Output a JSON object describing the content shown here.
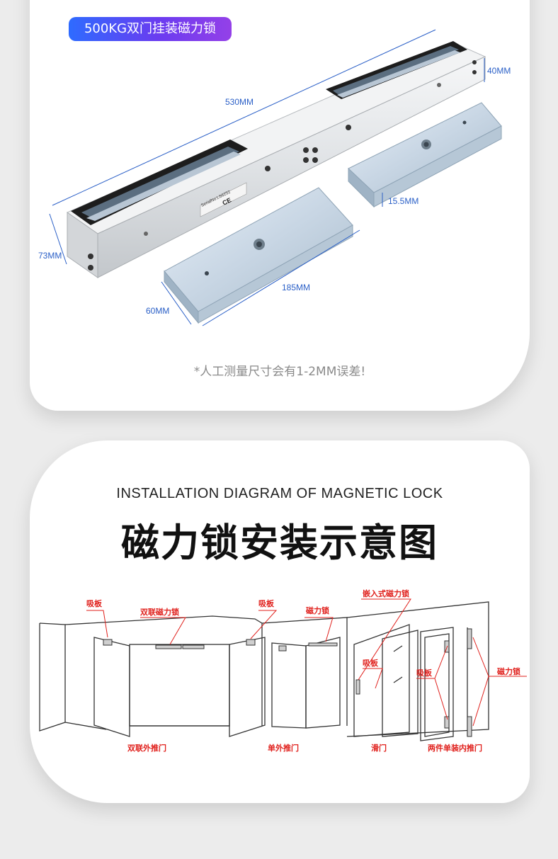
{
  "product_badge": "500KG双门挂装磁力锁",
  "dimensions": {
    "length": "530MM",
    "height": "40MM",
    "width": "73MM",
    "plate_thickness": "15.5MM",
    "plate_length": "185MM",
    "plate_width": "60MM"
  },
  "device_text": {
    "serial": "SerialNo:LS6252",
    "ce": "CE"
  },
  "note": "*人工测量尺寸会有1-2MM误差!",
  "section_title_en": "INSTALLATION DIAGRAM OF MAGNETIC LOCK",
  "section_title_cn": "磁力锁安装示意图",
  "diagram_labels": {
    "armature_1": "吸板",
    "double_lock": "双联磁力锁",
    "armature_2": "吸板",
    "lock_1": "磁力锁",
    "embedded_lock": "嵌入式磁力锁",
    "armature_3": "吸板",
    "armature_4": "吸板",
    "lock_2": "磁力锁",
    "caption_double": "双联外推门",
    "caption_single": "单外推门",
    "caption_sliding": "滑门",
    "caption_two_piece": "两件单装内推门"
  },
  "colors": {
    "dimension": "#2a5fc7",
    "label": "#e0201c",
    "badge_start": "#2e6bff",
    "badge_end": "#9440e8"
  }
}
